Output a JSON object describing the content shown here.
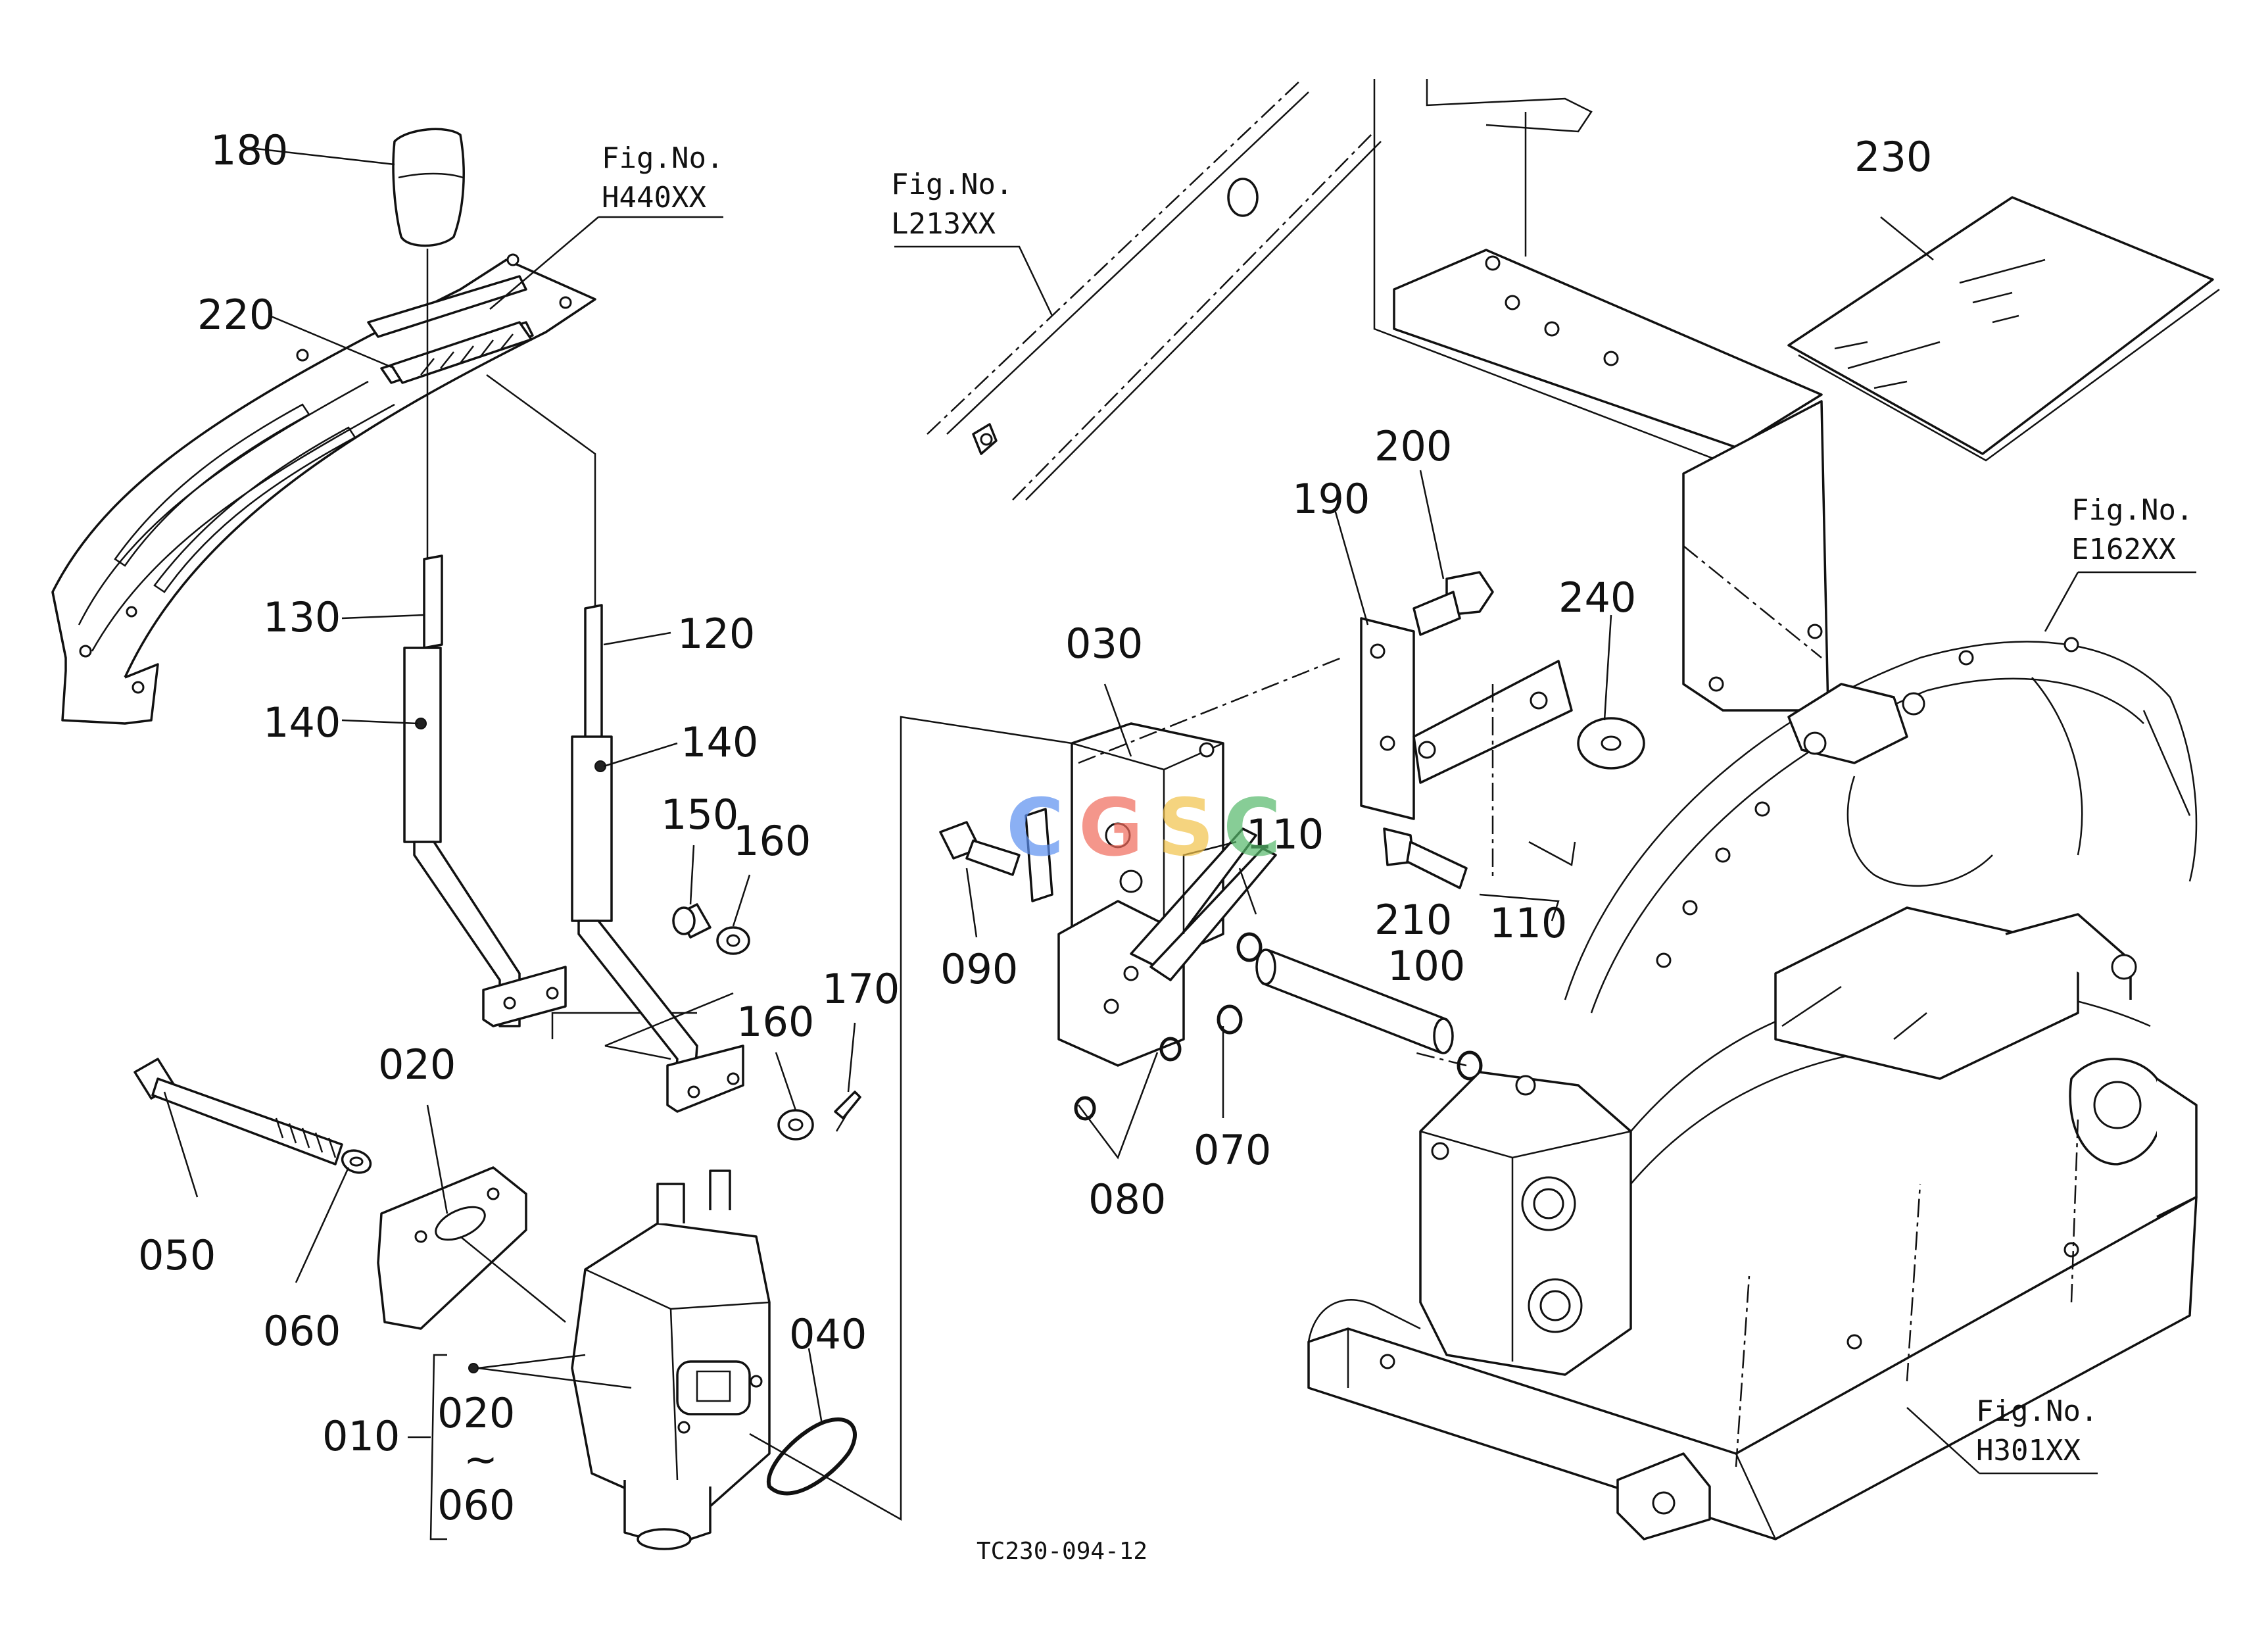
{
  "diagram": {
    "part_numbers": {
      "p180": "180",
      "p220": "220",
      "p130": "130",
      "p140a": "140",
      "p120": "120",
      "p140b": "140",
      "p150": "150",
      "p160a": "160",
      "p160b": "160",
      "p170": "170",
      "p020": "020",
      "p050": "050",
      "p060": "060",
      "p010": "010",
      "p020r": "020",
      "p060r": "060",
      "p040": "040",
      "p030": "030",
      "p090": "090",
      "p080": "080",
      "p070": "070",
      "p110a": "110",
      "p110b": "110",
      "p100": "100",
      "p210": "210",
      "p190": "190",
      "p200": "200",
      "p240": "240",
      "p230": "230"
    },
    "range_tilde": "~",
    "fig_refs": {
      "h440": {
        "label": "Fig.No.",
        "code": "H440XX"
      },
      "l213": {
        "label": "Fig.No.",
        "code": "L213XX"
      },
      "e162": {
        "label": "Fig.No.",
        "code": "E162XX"
      },
      "h301": {
        "label": "Fig.No.",
        "code": "H301XX"
      }
    },
    "drawing_code": "TC230-094-12",
    "watermark_text": "CGSC",
    "watermark_colors": [
      "#5b8ff0",
      "#f06a5b",
      "#f2c24a",
      "#55b86a"
    ]
  }
}
